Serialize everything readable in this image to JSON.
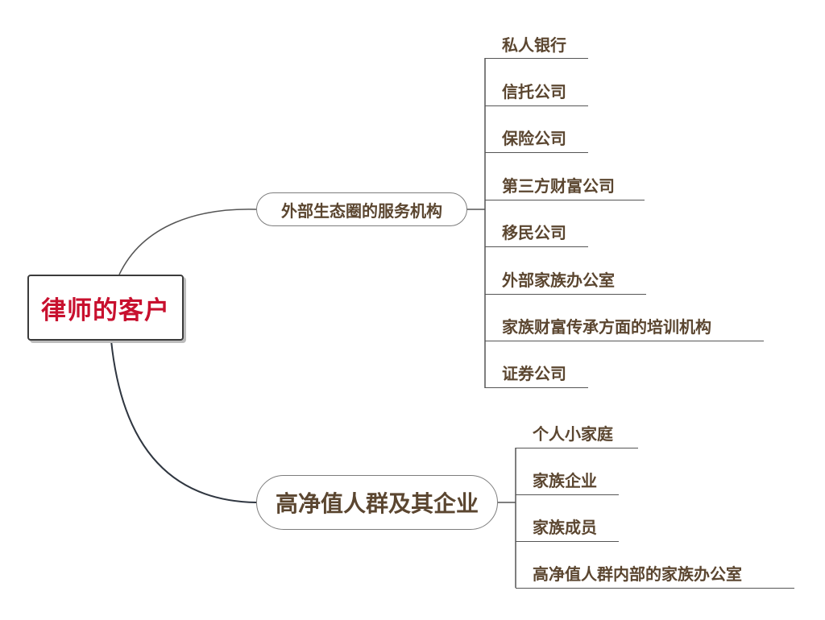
{
  "mindmap": {
    "root": {
      "label": "律师的客户"
    },
    "branches": [
      {
        "label": "外部生态圈的服务机构",
        "children": [
          "私人银行",
          "信托公司",
          "保险公司",
          "第三方财富公司",
          "移民公司",
          "外部家族办公室",
          "家族财富传承方面的培训机构",
          "证券公司"
        ]
      },
      {
        "label": "高净值人群及其企业",
        "children": [
          "个人小家庭",
          "家族企业",
          "家族成员",
          "高净值人群内部的家族办公室"
        ]
      }
    ],
    "colors": {
      "root_text": "#c8102e",
      "branch_text": "#5b4630",
      "leaf_text": "#5b4630",
      "lines": "#555555"
    }
  }
}
